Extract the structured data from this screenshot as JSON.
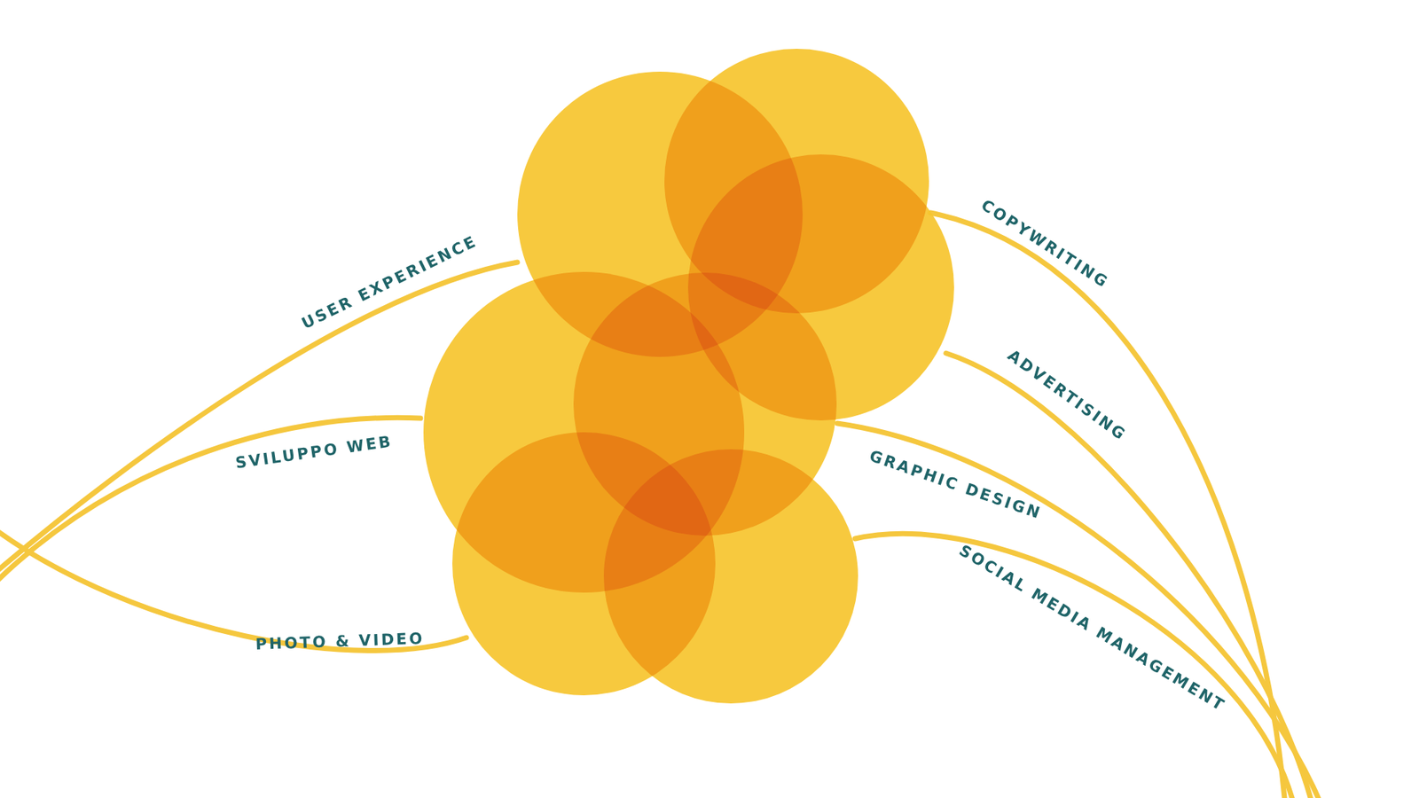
{
  "diagram": {
    "labels": [
      "USER EXPERIENCE",
      "SVILUPPO WEB",
      "PHOTO & VIDEO",
      "COPYWRITING",
      "ADVERTISING",
      "GRAPHIC DESIGN",
      "SOCIAL MEDIA MANAGEMENT"
    ]
  }
}
